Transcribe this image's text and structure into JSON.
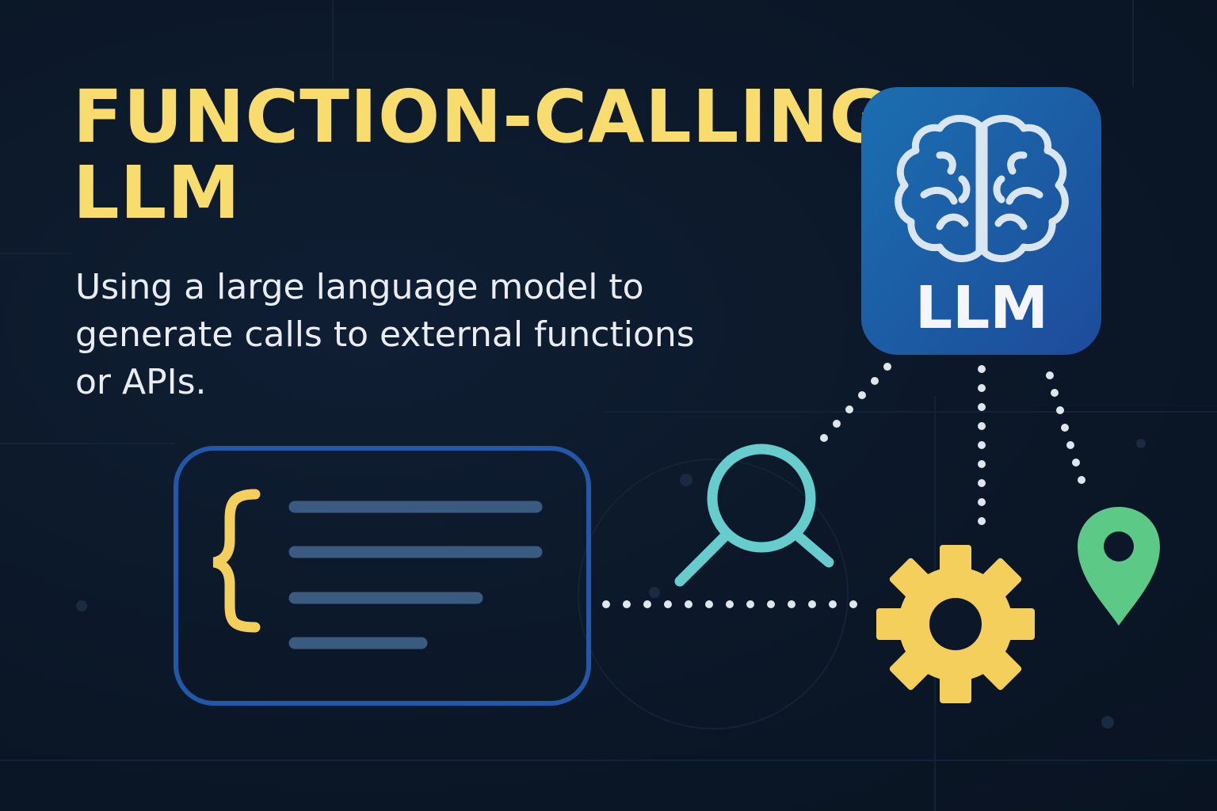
{
  "title": {
    "line1": "FUNCTION-CALLING",
    "line2": "LLM"
  },
  "subtitle": {
    "line1": "Using a large language model to",
    "line2": "generate calls to external functions",
    "line3": "or APIs."
  },
  "llm_box": {
    "label": "LLM",
    "icon": "brain-icon",
    "gradient_start": "#1b6fb0",
    "gradient_end": "#1d4b9b"
  },
  "icons": {
    "code_card": "code-braces-card-icon",
    "search": "magnifying-glass-icon",
    "gear": "gear-icon",
    "location": "map-pin-icon"
  },
  "colors": {
    "background": "#0c1829",
    "title": "#f8dc6e",
    "subtitle": "#e9edf3",
    "card_border": "#2358a8",
    "card_lines": "#3a5a80",
    "search": "#66cccc",
    "gear": "#f4cf5c",
    "pin": "#5cc987",
    "dots": "#dfe6ee"
  }
}
